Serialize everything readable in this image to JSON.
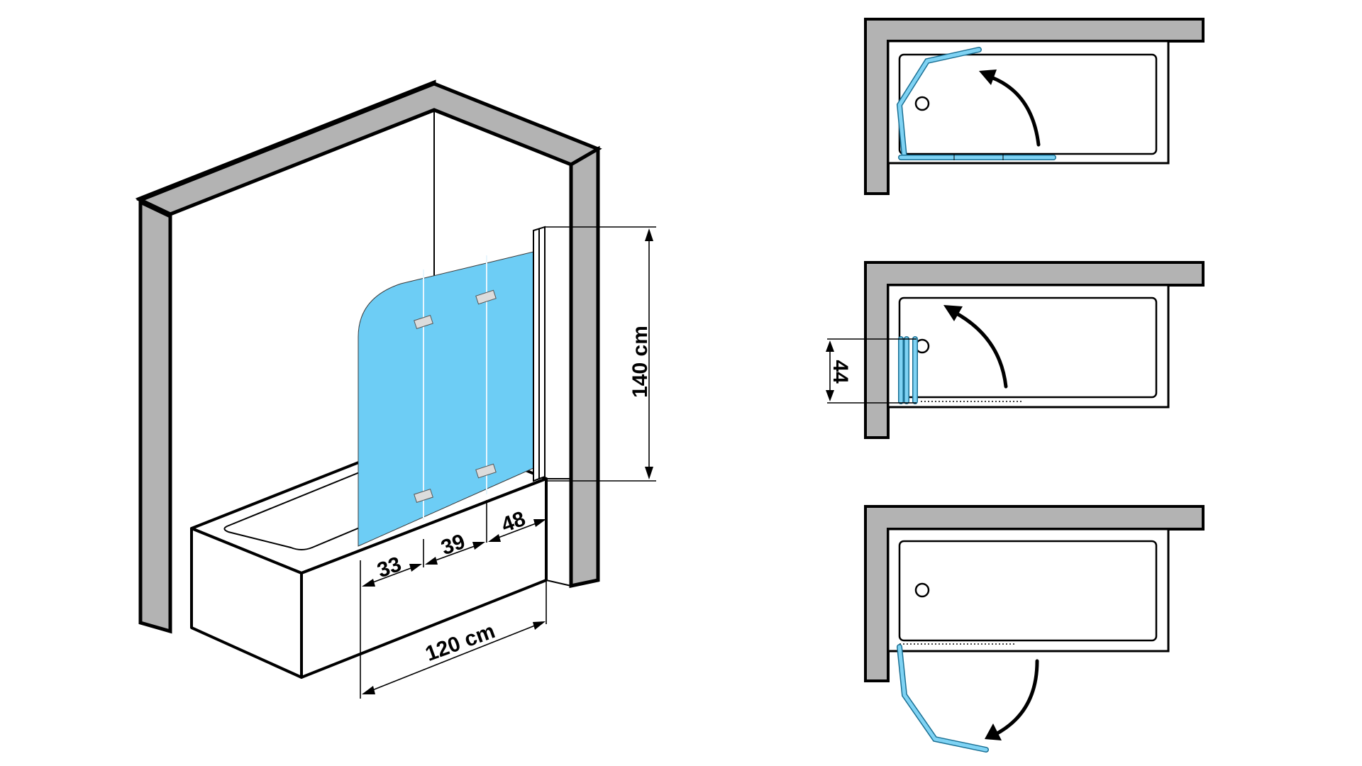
{
  "dimensions": {
    "panel_1": "33",
    "panel_2": "39",
    "panel_3": "48",
    "total_width": "120 cm",
    "height": "140 cm",
    "folded_depth": "44"
  },
  "colors": {
    "glass": "#6dcdf5",
    "wall": "#b3b3b3",
    "outline": "#000000"
  },
  "views": [
    {
      "id": "perspective",
      "content": "bathtub with 3-panel folding glass screen"
    },
    {
      "id": "plan-open-inward"
    },
    {
      "id": "plan-folded"
    },
    {
      "id": "plan-open-outward"
    }
  ]
}
